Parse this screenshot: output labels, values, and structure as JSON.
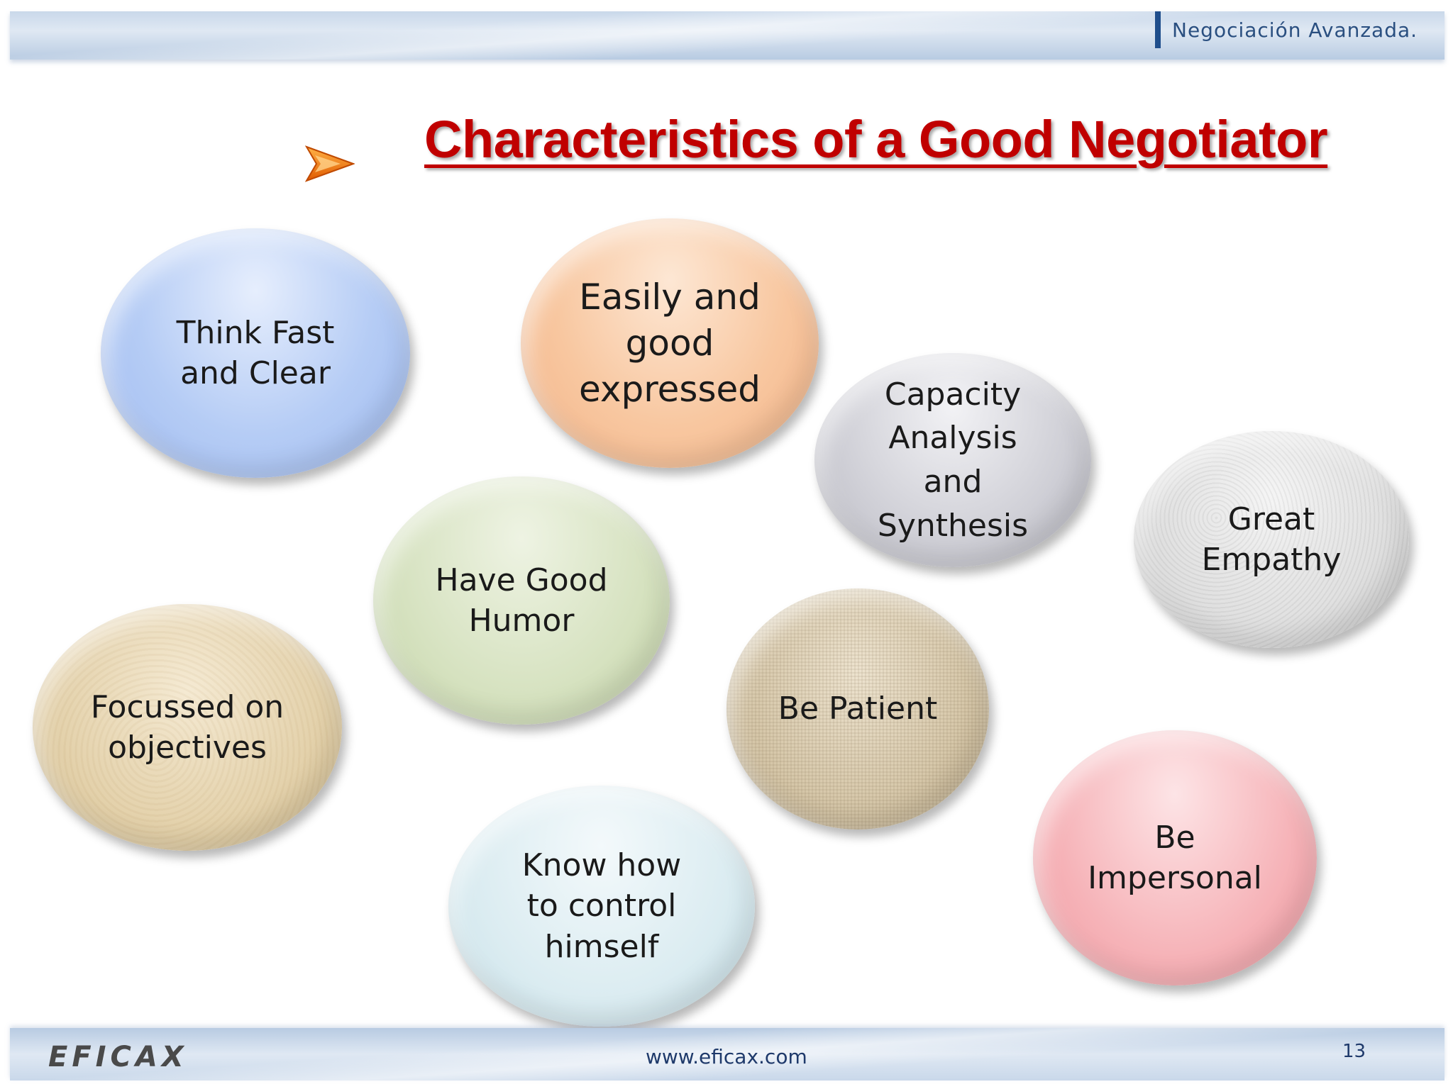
{
  "header": {
    "course_title": "Negociación Avanzada."
  },
  "slide": {
    "title": "Characteristics of a Good Negotiator",
    "bullet_icon": "orange-arrow-icon",
    "title_color": "#c00000"
  },
  "bubbles": [
    {
      "text": "Think Fast\nand Clear",
      "color": "#b5ccf5"
    },
    {
      "text": "Easily and\ngood\nexpressed",
      "color": "#f8c7a0"
    },
    {
      "text": "Capacity\nAnalysis\nand\nSynthesis",
      "color": "#cfcfd6"
    },
    {
      "text": "Great\nEmpathy",
      "color": "#e0e0e0"
    },
    {
      "text": "Have Good\nHumor",
      "color": "#d6e2c0"
    },
    {
      "text": "Focussed on\nobjectives",
      "color": "#e4d2ac"
    },
    {
      "text": "Be Patient",
      "color": "#d6c7a9"
    },
    {
      "text": "Know how\nto control\nhimself",
      "color": "#dbecf1"
    },
    {
      "text": "Be\nImpersonal",
      "color": "#f6b3b8"
    }
  ],
  "footer": {
    "logo": "EFICAX",
    "url": "www.eficax.com",
    "page_number": "13"
  }
}
